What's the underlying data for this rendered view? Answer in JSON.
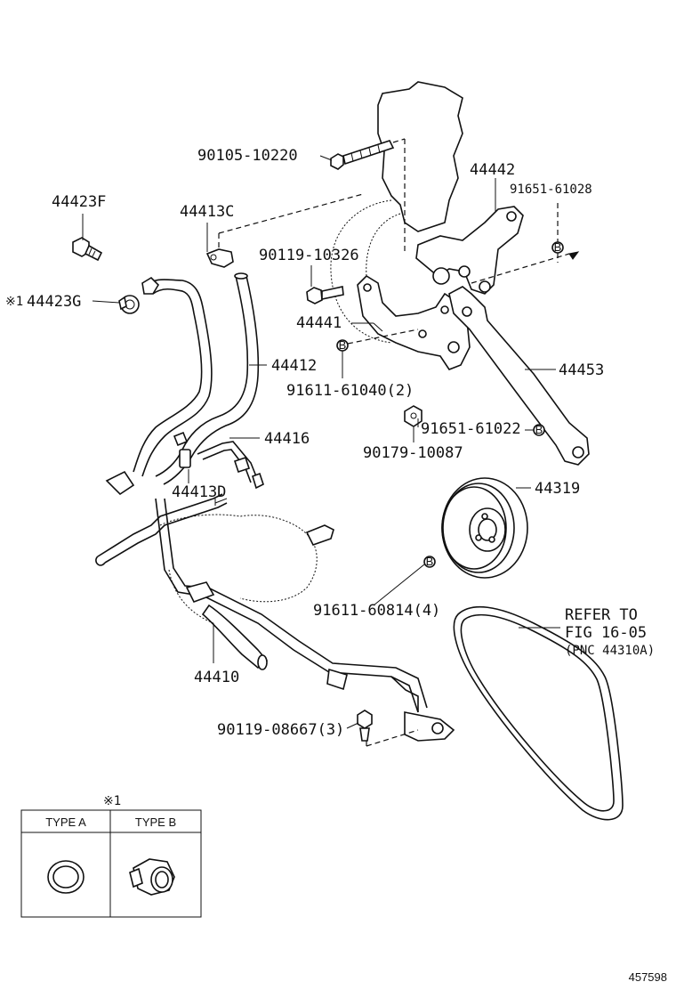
{
  "labels": {
    "p90105": "90105-10220",
    "p44442": "44442",
    "p91651_61028": "91651-61028",
    "p44423F": "44423F",
    "p44413C": "44413C",
    "p90119_10326": "90119-10326",
    "p44423G": "44423G",
    "mark": "※1",
    "p44441": "44441",
    "p44412": "44412",
    "p44453": "44453",
    "p91611_61040": "91611-61040(2)",
    "p91651_61022": "91651-61022",
    "p90179": "90179-10087",
    "p44416": "44416",
    "p44413D": "44413D",
    "p44319": "44319",
    "p91611_60814": "91611-60814(4)",
    "refer1": "REFER TO",
    "refer2": "FIG 16-05",
    "refer3": "(PNC 44310A)",
    "p44410": "44410",
    "p90119_08667": "90119-08667(3)"
  },
  "table": {
    "note_mark": "※1",
    "type_a": "TYPE A",
    "type_b": "TYPE B"
  },
  "bubble_letter": "B",
  "diagram_id": "457598"
}
